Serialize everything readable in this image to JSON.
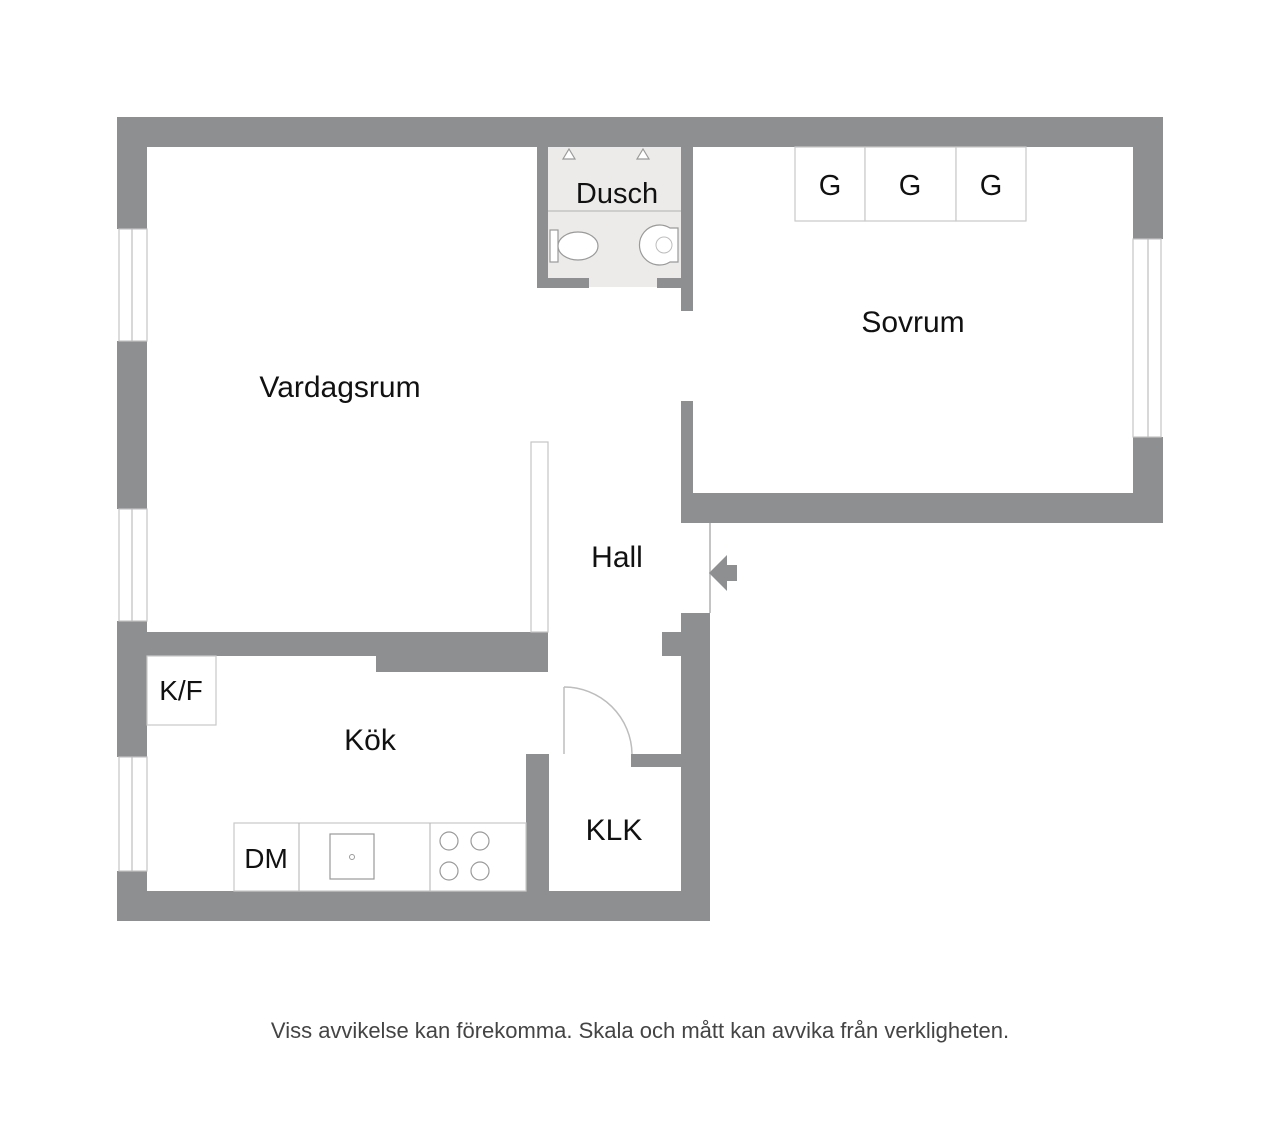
{
  "floorplan": {
    "rooms": {
      "vardagsrum": "Vardagsrum",
      "sovrum": "Sovrum",
      "dusch": "Dusch",
      "hall": "Hall",
      "kok": "Kök",
      "klk": "KLK"
    },
    "fixtures": {
      "garderob_1": "G",
      "garderob_2": "G",
      "garderob_3": "G",
      "kyl_frys": "K/F",
      "diskmaskin": "DM"
    },
    "icons": {
      "entrance": "entrance-arrow-icon",
      "toilet": "toilet-icon",
      "sink": "sink-icon",
      "stove": "stove-icon"
    },
    "colors": {
      "walls": "#8e8f91",
      "bathroom_floor": "#ecebe9"
    }
  },
  "disclaimer": "Viss avvikelse kan förekomma. Skala och mått kan avvika från verkligheten."
}
